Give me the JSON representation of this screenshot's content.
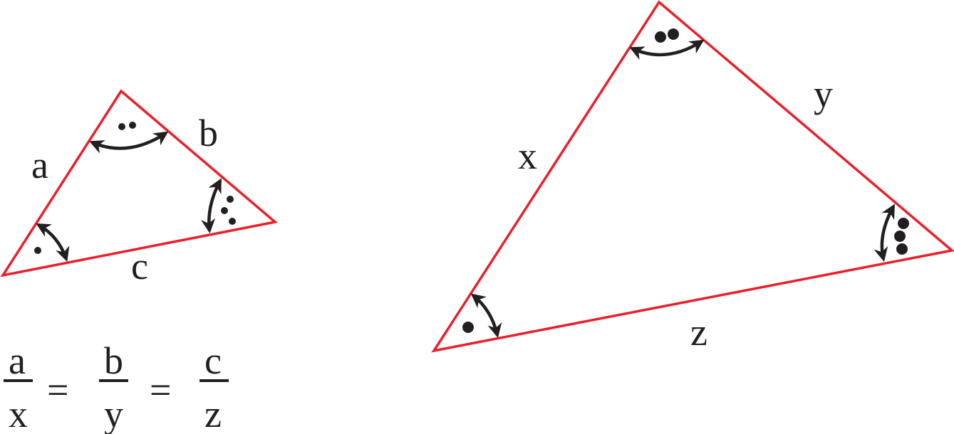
{
  "small_triangle": {
    "side_a": "a",
    "side_b": "b",
    "side_c": "c",
    "color": "#e8202a"
  },
  "large_triangle": {
    "side_x": "x",
    "side_y": "y",
    "side_z": "z",
    "color": "#e8202a"
  },
  "proportion": {
    "fractions": [
      {
        "num": "a",
        "den": "x"
      },
      {
        "num": "b",
        "den": "y"
      },
      {
        "num": "c",
        "den": "z"
      }
    ],
    "equals": "="
  }
}
